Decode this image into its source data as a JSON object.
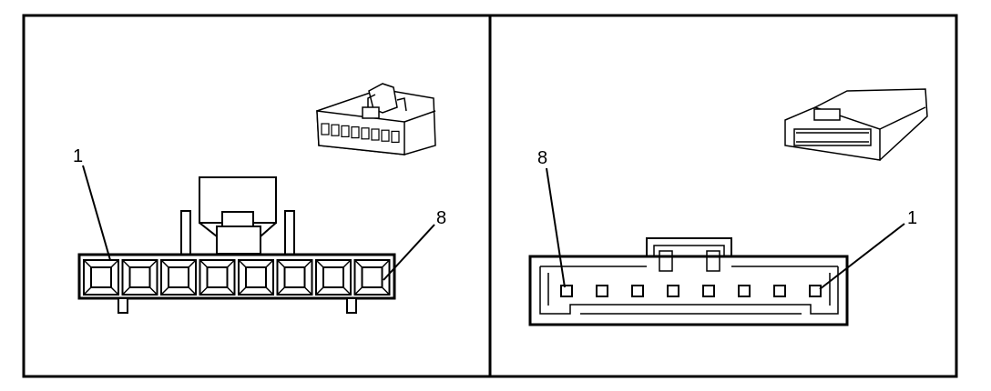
{
  "left_panel": {
    "pin_first_label": "1",
    "pin_last_label": "8"
  },
  "right_panel": {
    "pin_first_label": "8",
    "pin_last_label": "1"
  },
  "colors": {
    "ink": "#000000",
    "paper": "#ffffff"
  }
}
